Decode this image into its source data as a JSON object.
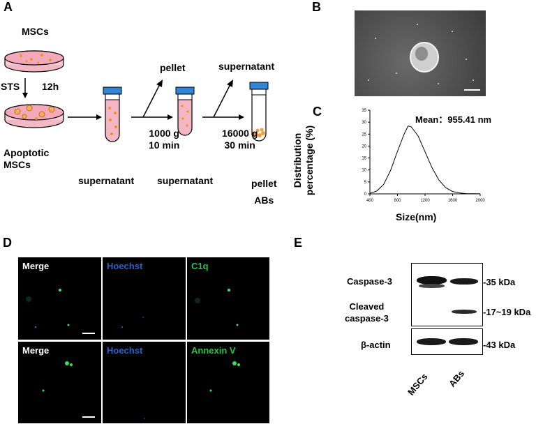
{
  "panels": {
    "a": {
      "label": "A",
      "cells_label": "MSCs",
      "treatment": "STS",
      "duration": "12h",
      "apoptotic_label": "Apoptotic\nMSCs",
      "step1": {
        "output": "pellet",
        "conditions": "1000 g\n10 min",
        "retained": "supernatant"
      },
      "step2": {
        "output": "supernatant",
        "conditions": "16000 g\n30 min",
        "retained": "supernatant"
      },
      "final": "pellet\nABs"
    },
    "b": {
      "label": "B"
    },
    "c": {
      "label": "C",
      "mean_text": "Mean：955.41 nm",
      "ylabel": "Distribution\npercentage (%)",
      "xlabel": "Size(nm)"
    },
    "d": {
      "label": "D",
      "row1": [
        "Merge",
        "Hoechst",
        "C1q"
      ],
      "row2": [
        "Merge",
        "Hoechst",
        "Annexin V"
      ],
      "colors": {
        "merge": "#ffffff",
        "hoechst": "#2a62c4",
        "green": "#27c24a"
      }
    },
    "e": {
      "label": "E",
      "rows": [
        "Caspase-3",
        "Cleaved\ncaspase-3",
        "β-actin"
      ],
      "sizes": [
        "-35 kDa",
        "-17~19 kDa",
        "-43 kDa"
      ],
      "lanes": [
        "MSCs",
        "ABs"
      ]
    }
  },
  "chart_data": {
    "type": "line",
    "title": "",
    "xlabel": "Size(nm)",
    "ylabel": "Distribution percentage (%)",
    "xlim": [
      400,
      2000
    ],
    "ylim": [
      0,
      35
    ],
    "xticks": [
      400,
      800,
      1200,
      1600,
      2000
    ],
    "yticks": [
      0,
      5,
      10,
      15,
      20,
      25,
      30,
      35
    ],
    "annotation": "Mean：955.41 nm",
    "series": [
      {
        "x": [
          400,
          500,
          600,
          700,
          800,
          900,
          955,
          1000,
          1100,
          1200,
          1300,
          1400,
          1500,
          1600,
          1700,
          1800,
          1900,
          2000
        ],
        "values": [
          0.2,
          1.2,
          4.0,
          9.8,
          17.8,
          25.3,
          28.4,
          28.0,
          24.2,
          17.6,
          11.0,
          5.8,
          2.6,
          1.0,
          0.4,
          0.1,
          0.05,
          0.02
        ]
      }
    ]
  }
}
